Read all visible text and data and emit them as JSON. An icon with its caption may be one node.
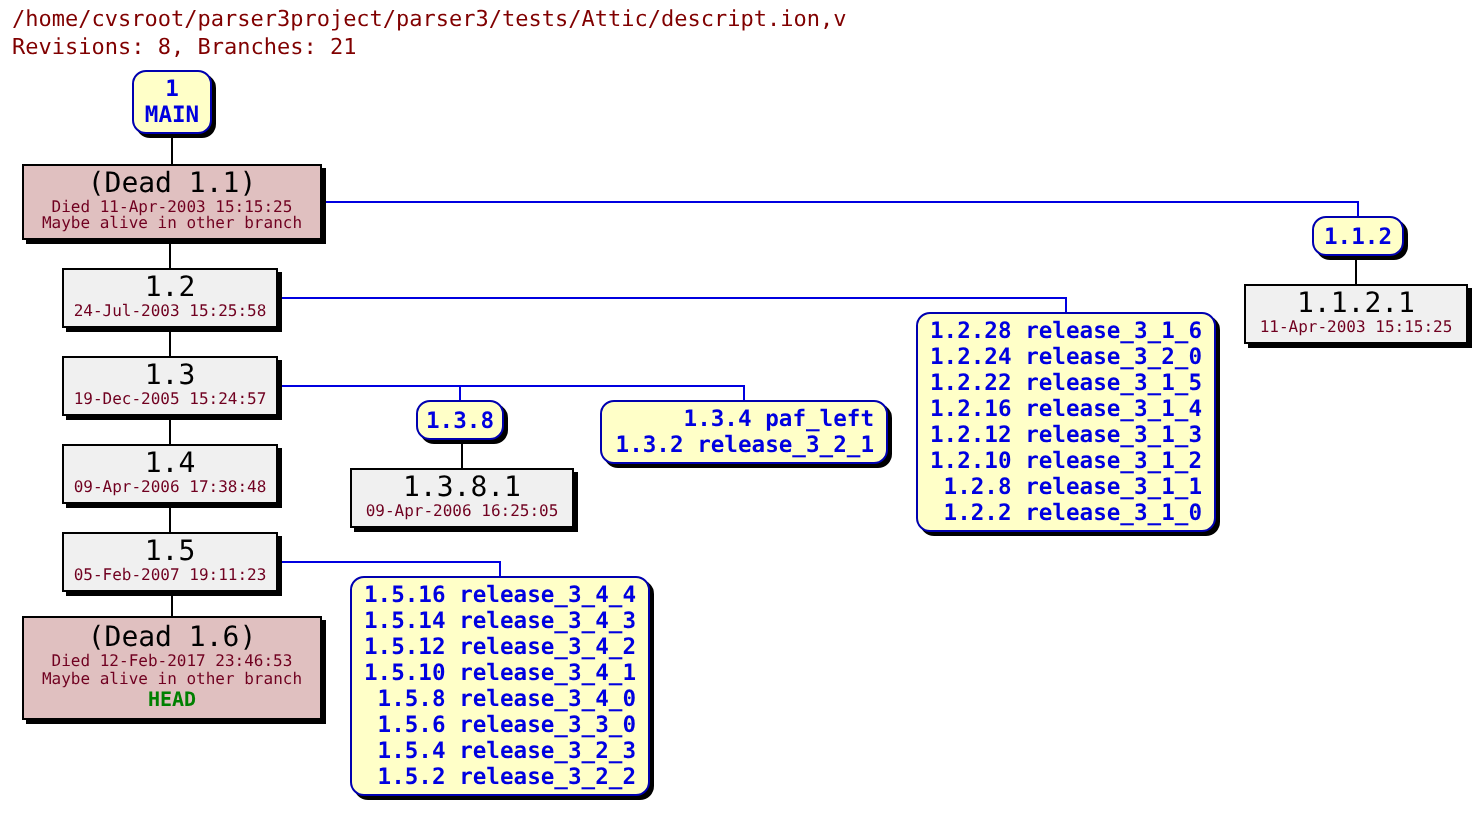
{
  "diagram": {
    "title": "/home/cvsroot/parser3project/parser3/tests/Attic/descript.ion,v",
    "labels": [
      "Revisions: 8, Branches: 21"
    ],
    "nodes": [
      {
        "text": [
          "1",
          "MAIN"
        ]
      },
      {
        "text": [
          "(Dead 1.1)",
          "Died 11-Apr-2003 15:15:25",
          "Maybe alive in other branch"
        ]
      },
      {
        "text": [
          "1.2",
          "24-Jul-2003 15:25:58"
        ]
      },
      {
        "text": [
          "1.3",
          "19-Dec-2005 15:24:57"
        ]
      },
      {
        "text": [
          "1.4",
          "09-Apr-2006 17:38:48"
        ]
      },
      {
        "text": [
          "1.5",
          "05-Feb-2007 19:11:23"
        ]
      },
      {
        "text": [
          "(Dead 1.6)",
          "Died 12-Feb-2017 23:46:53",
          "Maybe alive in other branch",
          "HEAD"
        ]
      },
      {
        "text": [
          "1.1.2"
        ]
      },
      {
        "text": [
          "1.1.2.1",
          "11-Apr-2003 15:15:25"
        ]
      },
      {
        "text": [
          "1.2.28 release_3_1_6",
          "1.2.24 release_3_2_0",
          "1.2.22 release_3_1_5",
          "1.2.16 release_3_1_4",
          "1.2.12 release_3_1_3",
          "1.2.10 release_3_1_2",
          "1.2.8 release_3_1_1",
          "1.2.2 release_3_1_0"
        ]
      },
      {
        "text": [
          "1.3.8"
        ]
      },
      {
        "text": [
          "1.3.8.1",
          "09-Apr-2006 16:25:05"
        ]
      },
      {
        "text": [
          "1.3.4 paf_left",
          "1.3.2 release_3_2_1"
        ]
      },
      {
        "text": [
          "1.5.16 release_3_4_4",
          "1.5.14 release_3_4_3",
          "1.5.12 release_3_4_2",
          "1.5.10 release_3_4_1",
          "1.5.8 release_3_4_0",
          "1.5.6 release_3_3_0",
          "1.5.4 release_3_2_3",
          "1.5.2 release_3_2_2"
        ]
      }
    ],
    "edges": [
      {
        "from": 0,
        "to": 1,
        "arrow": "none"
      },
      {
        "from": 1,
        "to": 2,
        "arrow": "none"
      },
      {
        "from": 2,
        "to": 3,
        "arrow": "none"
      },
      {
        "from": 3,
        "to": 4,
        "arrow": "none"
      },
      {
        "from": 4,
        "to": 5,
        "arrow": "none"
      },
      {
        "from": 5,
        "to": 6,
        "arrow": "none"
      },
      {
        "from": 1,
        "to": 7,
        "arrow": "none",
        "color": "#0000e0"
      },
      {
        "from": 7,
        "to": 8,
        "arrow": "none"
      },
      {
        "from": 2,
        "to": 9,
        "arrow": "none",
        "color": "#0000e0"
      },
      {
        "from": 3,
        "to": 10,
        "arrow": "none",
        "color": "#0000e0"
      },
      {
        "from": 10,
        "to": 11,
        "arrow": "none"
      },
      {
        "from": 3,
        "to": 12,
        "arrow": "none",
        "color": "#0000e0"
      },
      {
        "from": 5,
        "to": 13,
        "arrow": "none",
        "color": "#0000e0"
      }
    ]
  }
}
